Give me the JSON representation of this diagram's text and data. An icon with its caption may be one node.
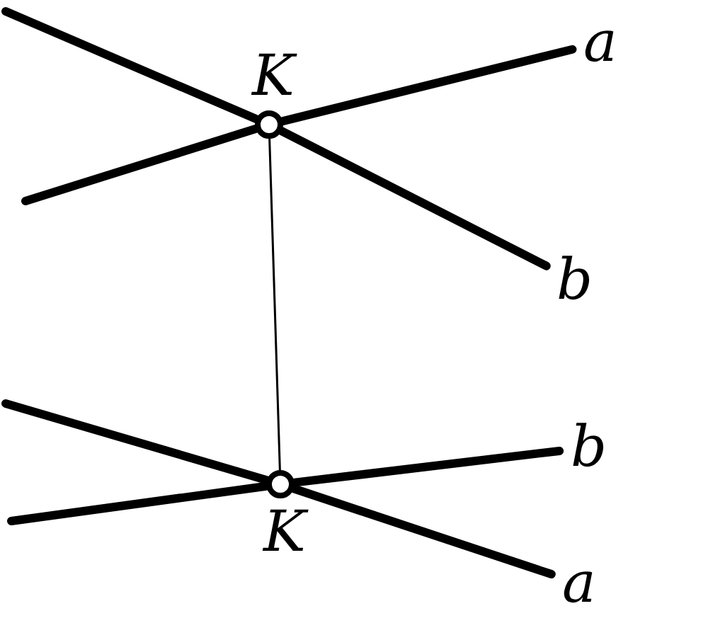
{
  "diagram": {
    "nodes": [
      {
        "text": [
          "K"
        ]
      },
      {
        "text": [
          "a"
        ]
      },
      {
        "text": [
          "b"
        ]
      },
      {
        "text": [
          "K"
        ]
      },
      {
        "text": [
          "b"
        ]
      },
      {
        "text": [
          "a"
        ]
      }
    ],
    "edges": [
      {
        "from": null,
        "to": 0,
        "arrow": "none"
      },
      {
        "from": 0,
        "to": 2,
        "arrow": "none"
      },
      {
        "from": null,
        "to": 0,
        "arrow": "none"
      },
      {
        "from": 0,
        "to": 1,
        "arrow": "none"
      },
      {
        "from": 0,
        "to": 3,
        "arrow": "none"
      },
      {
        "from": null,
        "to": 3,
        "arrow": "none"
      },
      {
        "from": 3,
        "to": 5,
        "arrow": "none"
      },
      {
        "from": null,
        "to": 3,
        "arrow": "none"
      },
      {
        "from": 3,
        "to": 4,
        "arrow": "none"
      }
    ]
  }
}
